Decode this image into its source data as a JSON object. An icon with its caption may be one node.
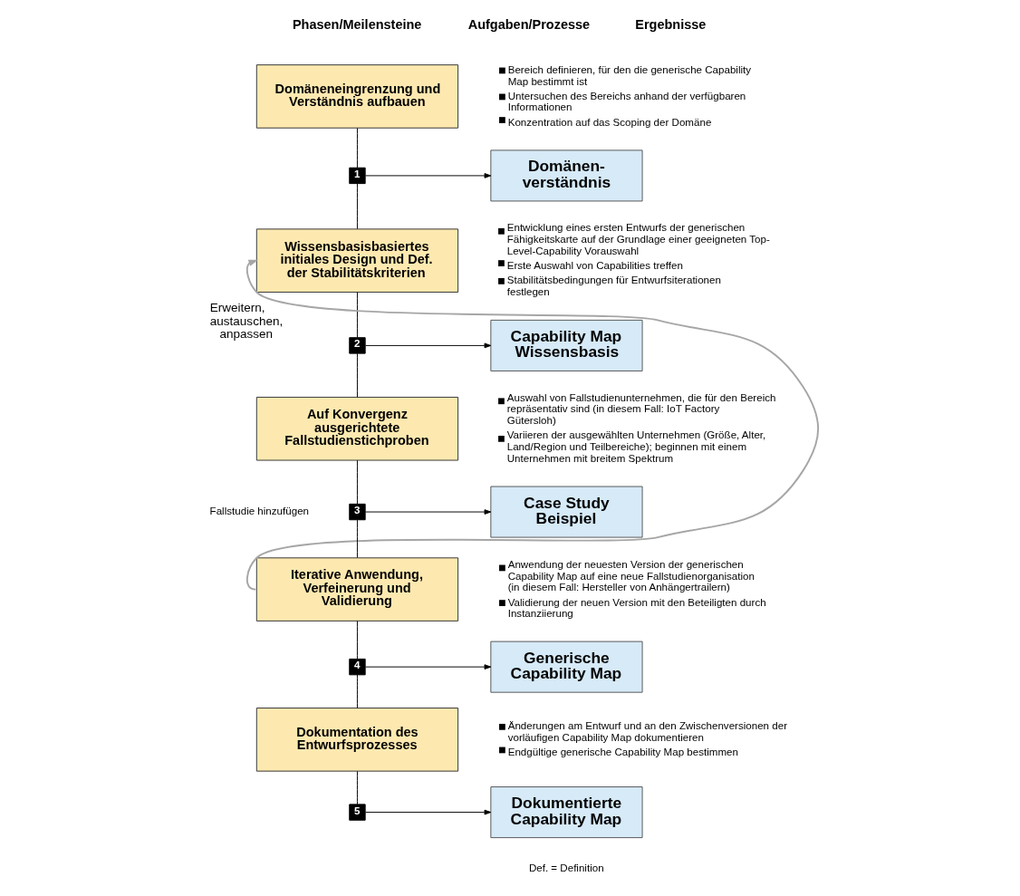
{
  "diagram": {
    "nodes": [
      {
        "text": [
          "Domäneneingrenzung und Verständnis aufbauen"
        ]
      },
      {
        "text": [
          "1"
        ]
      },
      {
        "text": [
          "Domänen-verständnis"
        ]
      },
      {
        "text": [
          "Wissensbasisbasiertes initiales Design und Def. der Stabilitätskriterien"
        ]
      },
      {
        "text": [
          "2"
        ]
      },
      {
        "text": [
          "Capability Map Wissensbasis"
        ]
      },
      {
        "text": [
          "Auf Konvergenz ausgerichtete Fallstudienstichproben"
        ]
      },
      {
        "text": [
          "3"
        ]
      },
      {
        "text": [
          "Case Study Beispiel"
        ]
      },
      {
        "text": [
          "Iterative Anwendung, Verfeinerung und Validierung"
        ]
      },
      {
        "text": [
          "4"
        ]
      },
      {
        "text": [
          "Generische Capability Map"
        ]
      },
      {
        "text": [
          "Dokumentation des Entwurfsprozesses"
        ]
      },
      {
        "text": [
          "5"
        ]
      },
      {
        "text": [
          "Dokumentierte Capability Map"
        ]
      }
    ],
    "edges": [
      {
        "from": 0,
        "to": 1,
        "arrow": "none"
      },
      {
        "from": 1,
        "to": 3,
        "arrow": "none"
      },
      {
        "from": 3,
        "to": 4,
        "arrow": "none"
      },
      {
        "from": 4,
        "to": 6,
        "arrow": "none"
      },
      {
        "from": 6,
        "to": 7,
        "arrow": "none"
      },
      {
        "from": 7,
        "to": 9,
        "arrow": "none"
      },
      {
        "from": 9,
        "to": 10,
        "arrow": "none"
      },
      {
        "from": 10,
        "to": 12,
        "arrow": "none"
      },
      {
        "from": 12,
        "to": 13,
        "arrow": "none"
      },
      {
        "from": 1,
        "to": 2,
        "arrow": "to"
      },
      {
        "from": 4,
        "to": 5,
        "arrow": "to"
      },
      {
        "from": 7,
        "to": 8,
        "arrow": "to"
      },
      {
        "from": 10,
        "to": 11,
        "arrow": "to"
      },
      {
        "from": 13,
        "to": 14,
        "arrow": "to"
      },
      {
        "from": 9,
        "to": 3,
        "arrow": "to",
        "label": "Erweitern, austauschen, anpassen",
        "color": "#a6a6a6"
      }
    ],
    "labels": [
      "Phasen/Meilensteine",
      "Aufgaben/Prozesse",
      "Ergebnisse",
      "Bereich definieren, für den die generische Capability Map bestimmt ist",
      "Untersuchen des Bereichs anhand der verfügbaren Informationen",
      "Konzentration auf das Scoping der Domäne",
      "Entwicklung eines ersten Entwurfs der generischen Fähigkeitskarte auf der Grundlage einer geeigneten Top-Level-Capability Vorauswahl",
      "Erste Auswahl von Capabilities treffen",
      "Stabilitätsbedingungen für Entwurfsiterationen festlegen",
      "Auswahl von Fallstudienunternehmen, die für den Bereich repräsentativ sind (in diesem Fall: IoT Factory Gütersloh)",
      "Variieren der ausgewählten Unternehmen (Größe, Alter, Land/Region und Teilbereiche); beginnen mit einem Unternehmen mit breitem Spektrum",
      "Fallstudie hinzufügen",
      "Anwendung der neuesten Version der generischen Capability Map auf eine neue Fallstudienorganisation (in diesem Fall: Hersteller von Anhängertrailern)",
      "Validierung der neuen Version mit den Beteiligten durch Instanziierung",
      "Änderungen am Entwurf und an den Zwischenversionen der vorläufigen Capability Map dokumentieren",
      "Endgültige generische Capability Map bestimmen",
      "Def. = Definition"
    ]
  }
}
